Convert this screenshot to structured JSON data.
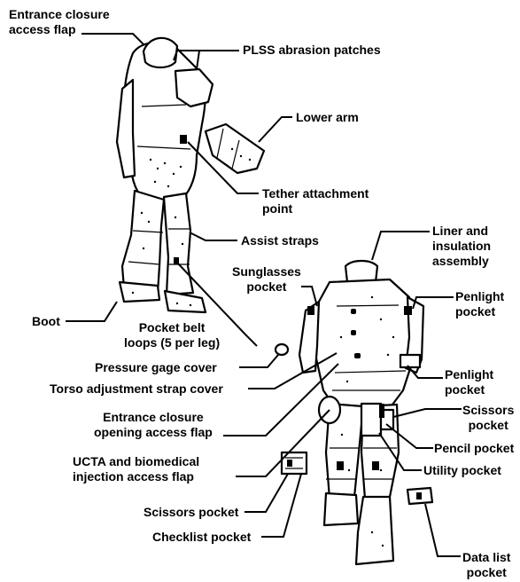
{
  "figure": {
    "labels": {
      "entrance_closure_access_flap": [
        "Entrance closure",
        "access flap"
      ],
      "plss_abrasion_patches": "PLSS abrasion patches",
      "lower_arm": "Lower arm",
      "tether_attachment_point": [
        "Tether attachment",
        "point"
      ],
      "assist_straps": "Assist straps",
      "liner_and_insulation_assembly": [
        "Liner and",
        "insulation",
        "assembly"
      ],
      "sunglasses_pocket": [
        "Sunglasses",
        "pocket"
      ],
      "penlight_pocket_upper": [
        "Penlight",
        "pocket"
      ],
      "boot": "Boot",
      "pocket_belt_loops": [
        "Pocket belt",
        "loops (5 per leg)"
      ],
      "pressure_gage_cover": "Pressure gage cover",
      "torso_adjustment_strap_cover": "Torso adjustment strap cover",
      "penlight_pocket_lower": [
        "Penlight",
        "pocket"
      ],
      "entrance_closure_opening_access_flap": [
        "Entrance closure",
        "opening access flap"
      ],
      "scissors_pocket_right": [
        "Scissors",
        "pocket"
      ],
      "pencil_pocket": "Pencil pocket",
      "ucta_biomedical_injection_access_flap": [
        "UCTA and biomedical",
        "injection access flap"
      ],
      "utility_pocket": "Utility pocket",
      "scissors_pocket_left": "Scissors pocket",
      "checklist_pocket": "Checklist pocket",
      "data_list_pocket": [
        "Data list",
        "pocket"
      ]
    }
  }
}
